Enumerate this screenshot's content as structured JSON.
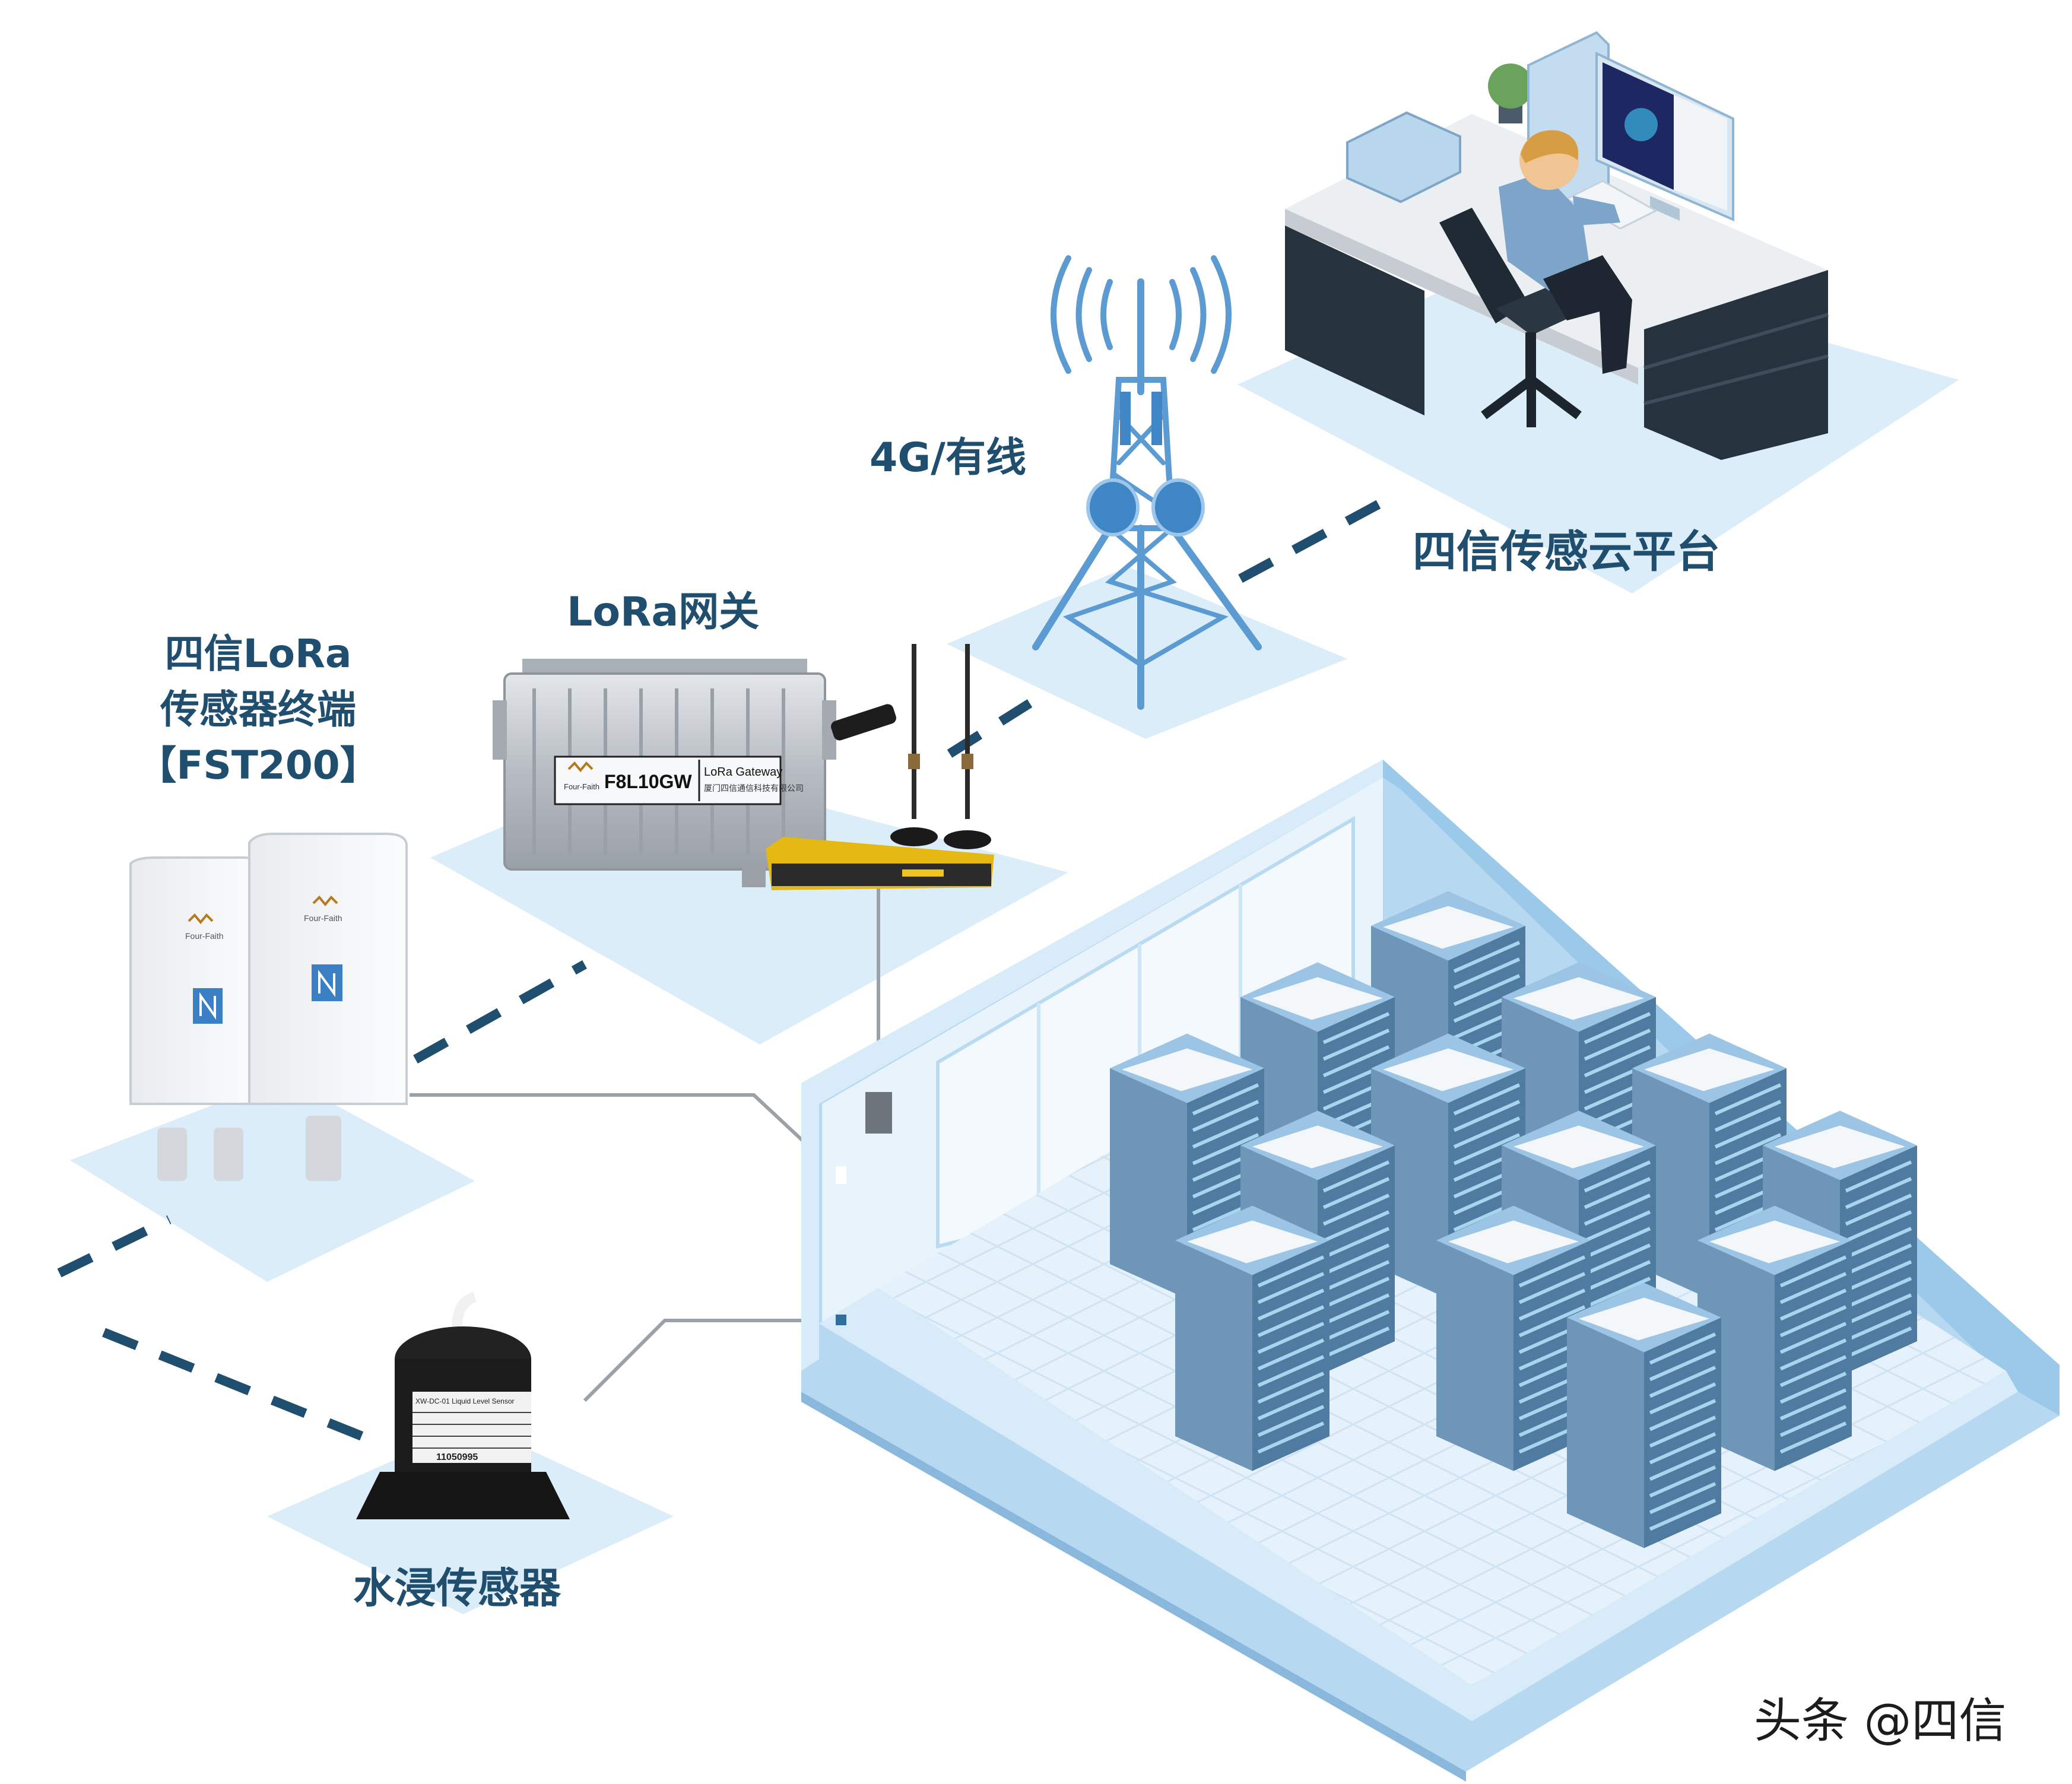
{
  "labels": {
    "sensor_terminal": [
      "四信LoRa",
      "传感器终端",
      "【FST200】"
    ],
    "gateway": "LoRa网关",
    "network": "4G/有线",
    "cloud_platform": "四信传感云平台",
    "water_sensor": "水浸传感器"
  },
  "devices": {
    "gateway_model": "F8L10GW",
    "gateway_product": "LoRa Gateway",
    "gateway_company": "厦门四信通信科技有限公司",
    "sensor_brand": "Four-Faith",
    "water_sensor_model": "XW-DC-01 Liquid Level Sensor",
    "water_sensor_serial": "11050995"
  },
  "watermark": "头条 @四信",
  "colors": {
    "label_text": "#1f4e6e",
    "dash_line": "#1f4e6e",
    "floor_tile": "#dcedfa",
    "room_wall": "#a9d1ef",
    "rack_body": "#6e96b8"
  },
  "icons": [
    "nfc-icon",
    "four-faith-logo",
    "signal-waves-icon"
  ]
}
